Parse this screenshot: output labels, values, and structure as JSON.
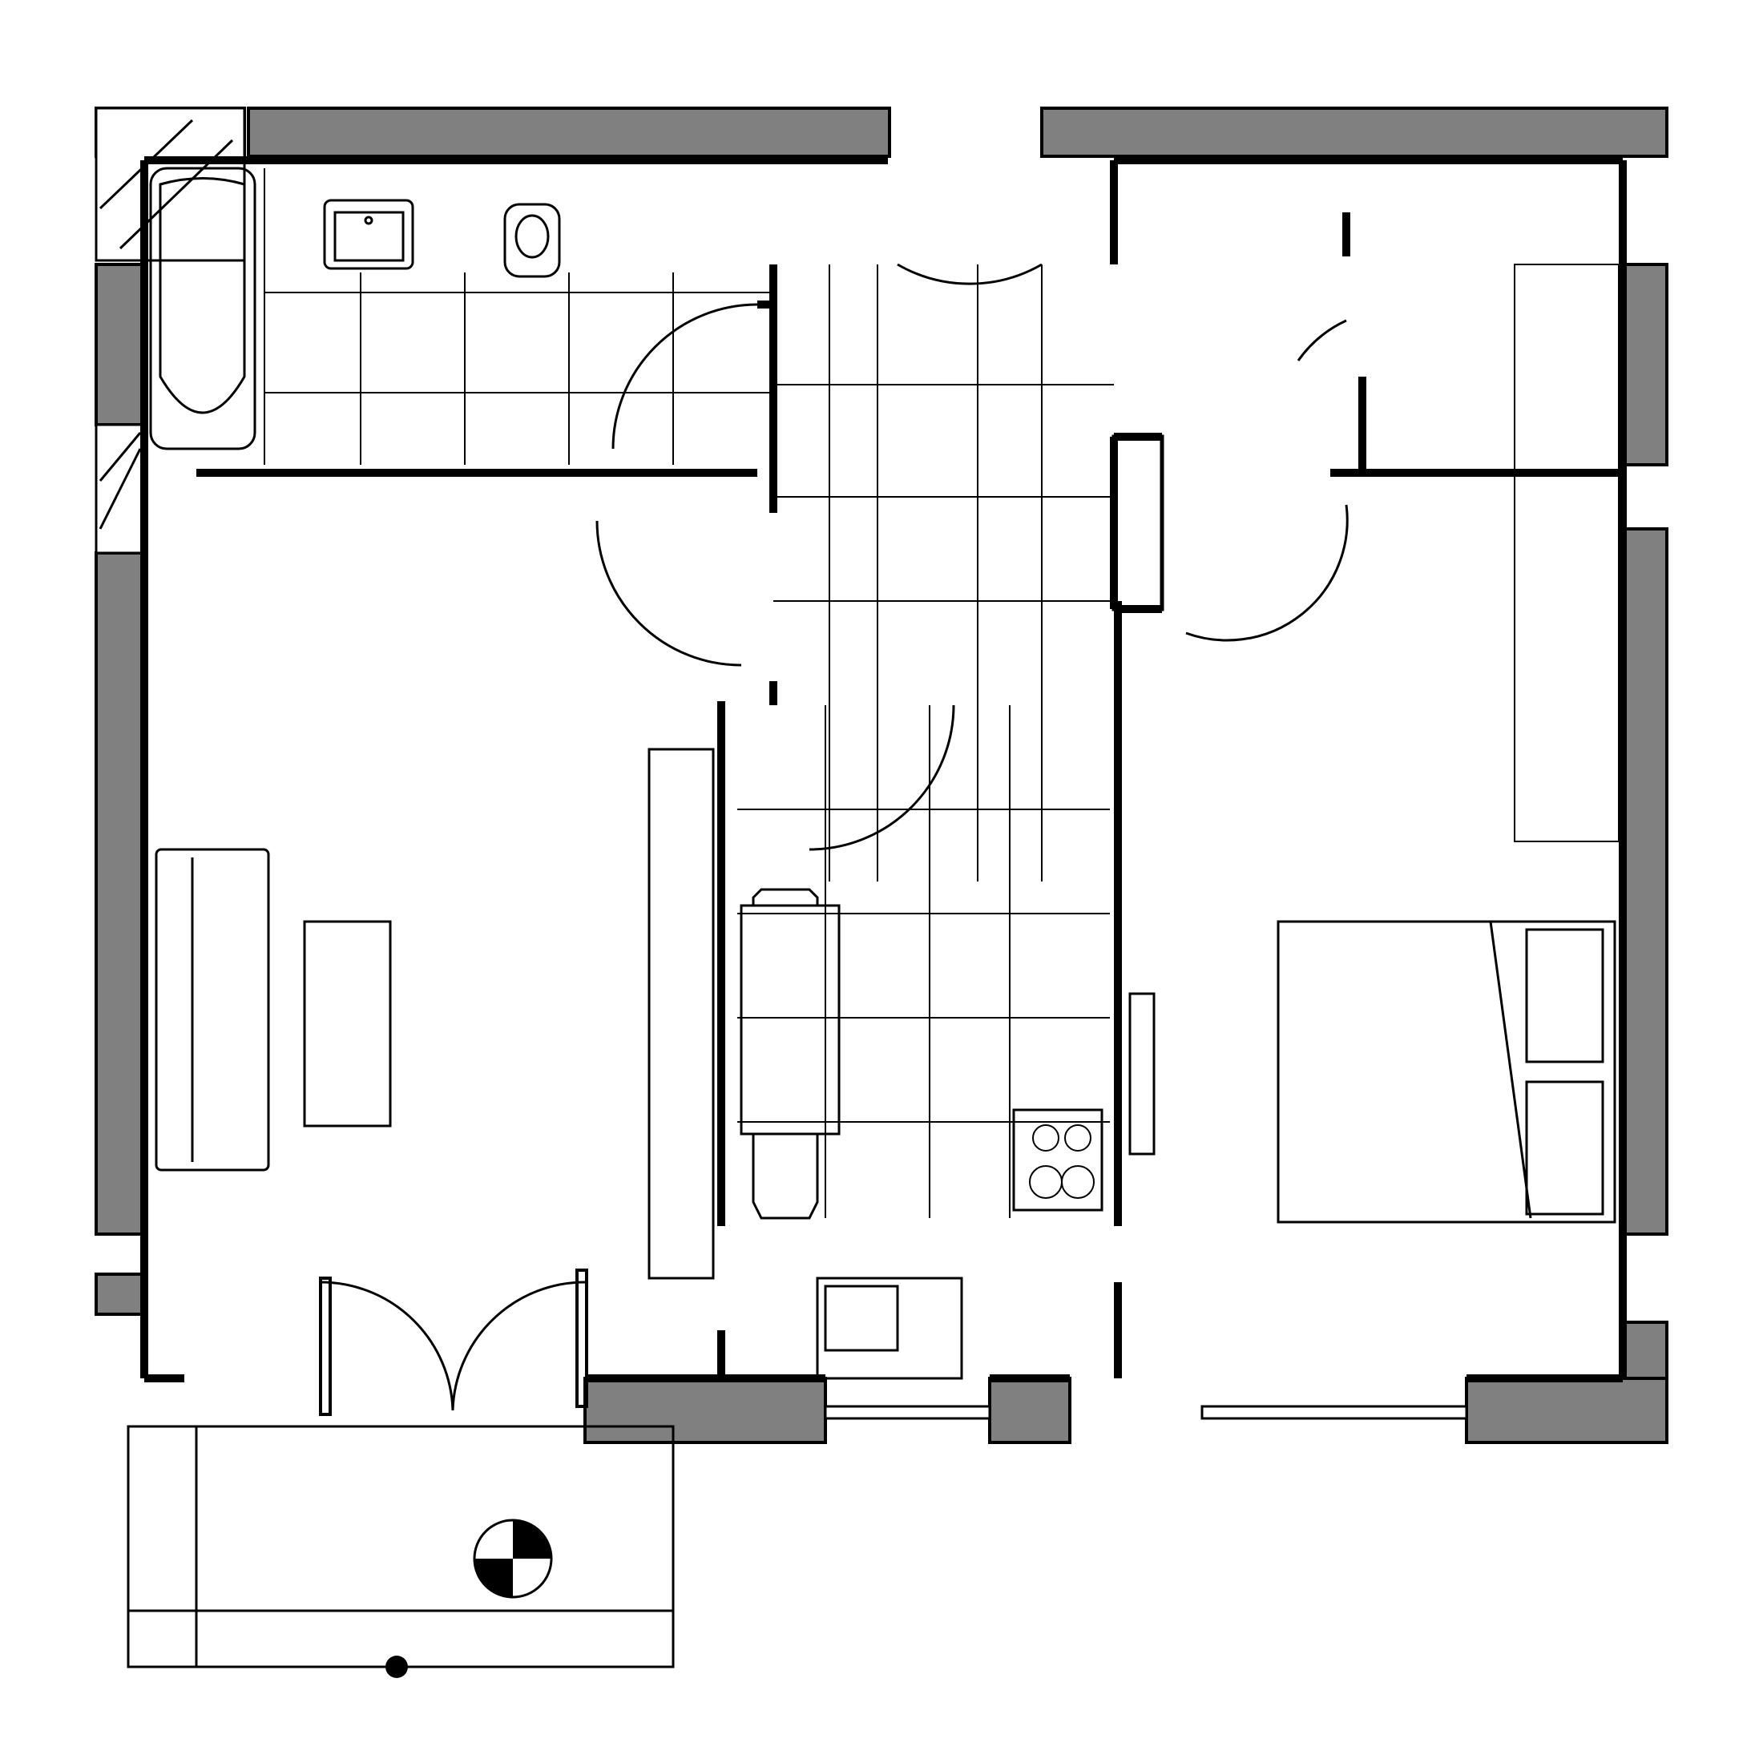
{
  "drawing": {
    "kind": "architectural floor plan",
    "text_labels": [],
    "colors": {
      "wall_fill": "#808080",
      "line": "#000000",
      "background": "#ffffff"
    },
    "rooms": [
      {
        "name": "bathroom",
        "fixtures": [
          "bathtub",
          "washbasin",
          "toilet"
        ]
      },
      {
        "name": "living-room",
        "fixtures": [
          "sofa",
          "coffee-table",
          "wall-unit"
        ]
      },
      {
        "name": "hallway",
        "fixtures": [
          "built-in-closet"
        ]
      },
      {
        "name": "kitchen",
        "fixtures": [
          "dining-table",
          "chairs",
          "gas-hob",
          "sink"
        ]
      },
      {
        "name": "bedroom",
        "fixtures": [
          "double-bed",
          "wardrobe",
          "tv-unit"
        ]
      },
      {
        "name": "storage",
        "fixtures": []
      },
      {
        "name": "balcony",
        "fixtures": [
          "north-arrow"
        ]
      }
    ],
    "symbols": [
      "north-arrow-symbol",
      "door-swing-arc",
      "window"
    ]
  }
}
